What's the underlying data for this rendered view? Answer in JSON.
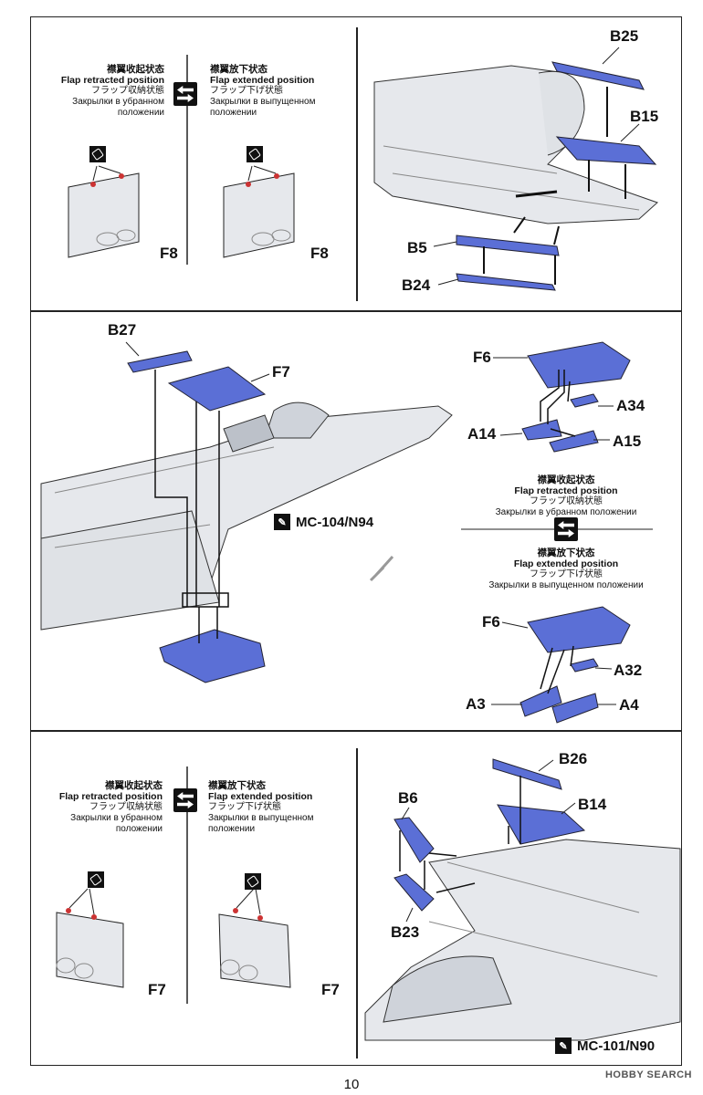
{
  "flap_notes": {
    "retracted": {
      "zh": "襟翼收起状态",
      "en": "Flap retracted position",
      "ja": "フラップ収納状態",
      "ru1": "Закрылки в убранном",
      "ru2": "положении",
      "ru_full": "Закрылки в убранном положении"
    },
    "extended": {
      "zh": "襟翼放下状态",
      "en": "Flap extended position",
      "ja": "フラップ下げ状態",
      "ru1": "Закрылки в выпущенном",
      "ru2": "положении",
      "ru_full": "Закрылки в выпущенном положении"
    }
  },
  "section1": {
    "part_left": "F8",
    "part_right": "F8",
    "labels": [
      "B25",
      "B15",
      "B5",
      "B24"
    ]
  },
  "section2": {
    "labels": [
      "B27",
      "F7",
      "F6",
      "A34",
      "A14",
      "A15",
      "F6",
      "A32",
      "A3",
      "A4"
    ],
    "paint_code": "MC-104/N94"
  },
  "section3": {
    "part_left": "F7",
    "part_right": "F7",
    "labels": [
      "B26",
      "B6",
      "B14",
      "B23"
    ],
    "paint_code": "MC-101/N90"
  },
  "page_number": "10",
  "watermark": "HOBBY SEARCH",
  "colors": {
    "part_blue": "#5b6fd6",
    "aircraft_grey": "#e6e8ec",
    "line": "#222222"
  },
  "icons": [
    "swap-position-icon",
    "glue-icon"
  ]
}
